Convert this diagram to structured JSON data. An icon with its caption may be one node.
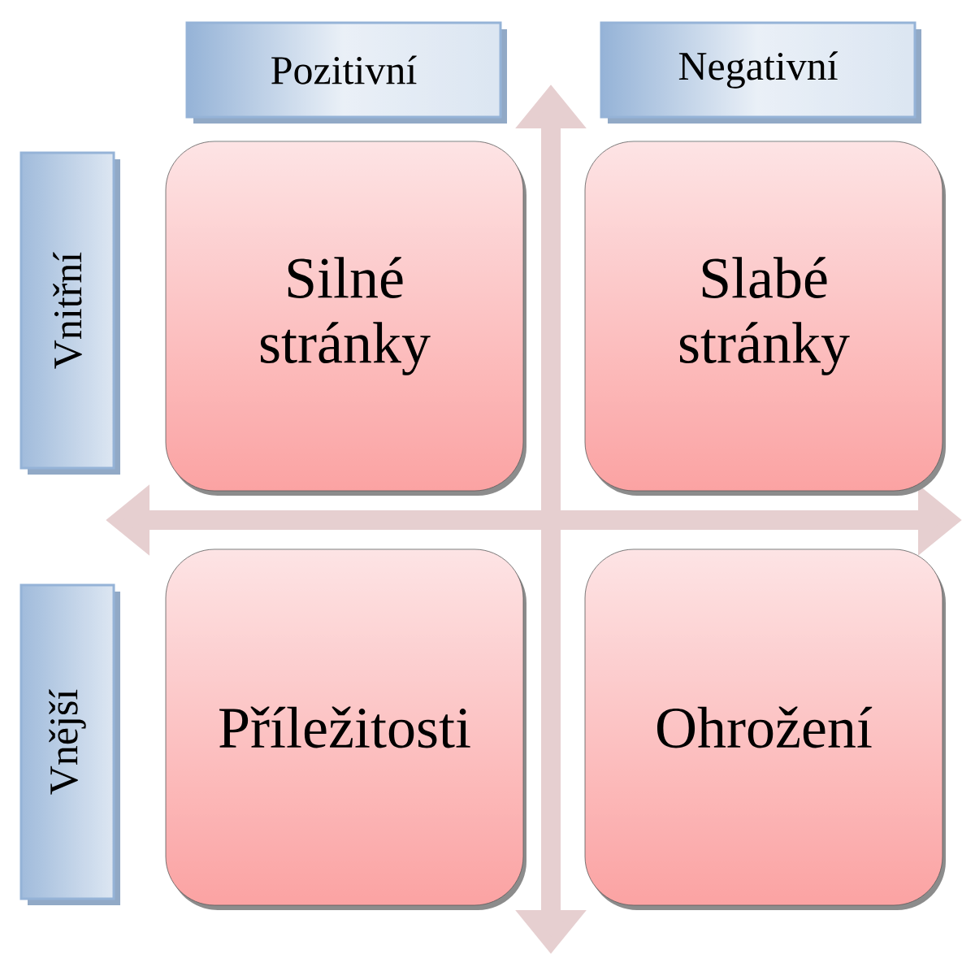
{
  "diagram": {
    "nodes": [
      {
        "text": [
          "Pozitivní"
        ]
      },
      {
        "text": [
          "Negativní"
        ]
      },
      {
        "text": [
          "Vnitřní"
        ]
      },
      {
        "text": [
          "Silné stránky"
        ]
      },
      {
        "text": [
          "Slabé stránky"
        ]
      },
      {
        "text": [
          "Vnější"
        ]
      },
      {
        "text": [
          "Příležitosti"
        ]
      },
      {
        "text": [
          "Ohrožení"
        ]
      }
    ]
  }
}
